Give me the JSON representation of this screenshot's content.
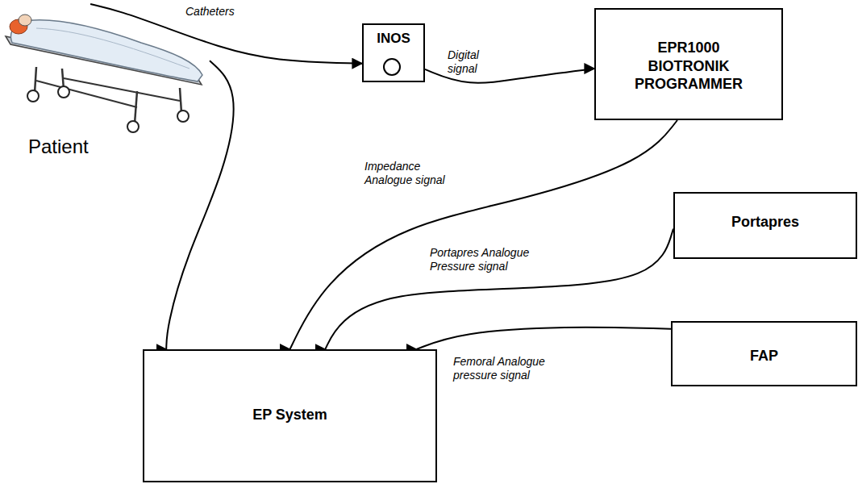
{
  "diagram": {
    "nodes": [
      {
        "text": [
          "Patient"
        ]
      },
      {
        "text": [
          "INOS"
        ]
      },
      {
        "text": [
          "EPR1000 BIOTRONIK PROGRAMMER"
        ]
      },
      {
        "text": [
          "Portapres"
        ]
      },
      {
        "text": [
          "FAP"
        ]
      },
      {
        "text": [
          "EP System"
        ]
      }
    ],
    "edges": [
      {
        "from": 0,
        "to": 1,
        "label": "Catheters",
        "arrow": "to"
      },
      {
        "from": 0,
        "to": 5,
        "arrow": "to"
      },
      {
        "from": 1,
        "to": 2,
        "label": "Digital signal",
        "arrow": "to"
      },
      {
        "from": 2,
        "to": 5,
        "label": "Impedance Analogue signal",
        "arrow": "to"
      },
      {
        "from": 3,
        "to": 5,
        "label": "Portapres Analogue Pressure signal",
        "arrow": "to"
      },
      {
        "from": 4,
        "to": 5,
        "label": "Femoral Analogue pressure signal",
        "arrow": "to"
      }
    ]
  }
}
